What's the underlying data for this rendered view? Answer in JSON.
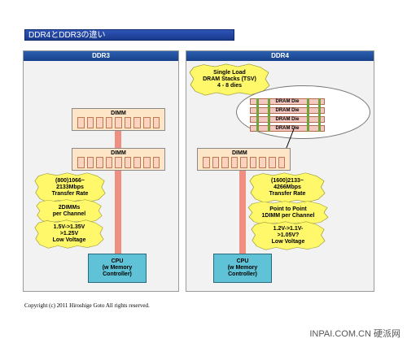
{
  "title": "DDR4とDDR3の違い",
  "copyright": "Copyright (c) 2011 Hiroshige Goto All rights reserved.",
  "watermark": "INPAI.COM.CN 硬派网",
  "colors": {
    "header": "#1e4a9a",
    "burst": "#fff86a",
    "cpu": "#5fc2d6",
    "bus": "#ef8f82",
    "dimm": "#fde6c8"
  },
  "ddr3": {
    "header": "DDR3",
    "dimm_top_label": "DIMM",
    "dimm_bottom_label": "DIMM",
    "rate": [
      "(800)1066~",
      "2133Mbps",
      "Transfer Rate"
    ],
    "channel": [
      "2DIMMs",
      "per Channel"
    ],
    "voltage": [
      "1.5V->1.35V",
      ">1.25V",
      "Low Voltage"
    ],
    "cpu": [
      "CPU",
      "(w Memory",
      "Controller)"
    ]
  },
  "ddr4": {
    "header": "DDR4",
    "stack": [
      "Single Load",
      "DRAM Stacks (TSV)",
      "4 - 8 dies"
    ],
    "die_label": "DRAM Die",
    "dimm_label": "DIMM",
    "rate": [
      "(1600)2133~",
      "4266Mbps",
      "Transfer Rate"
    ],
    "channel": [
      "Point to Point",
      "1DIMM per Channel"
    ],
    "voltage": [
      "1.2V->1.1V-",
      ">1.05V?",
      "Low Voltage"
    ],
    "cpu": [
      "CPU",
      "(w Memory",
      "Controller)"
    ]
  }
}
